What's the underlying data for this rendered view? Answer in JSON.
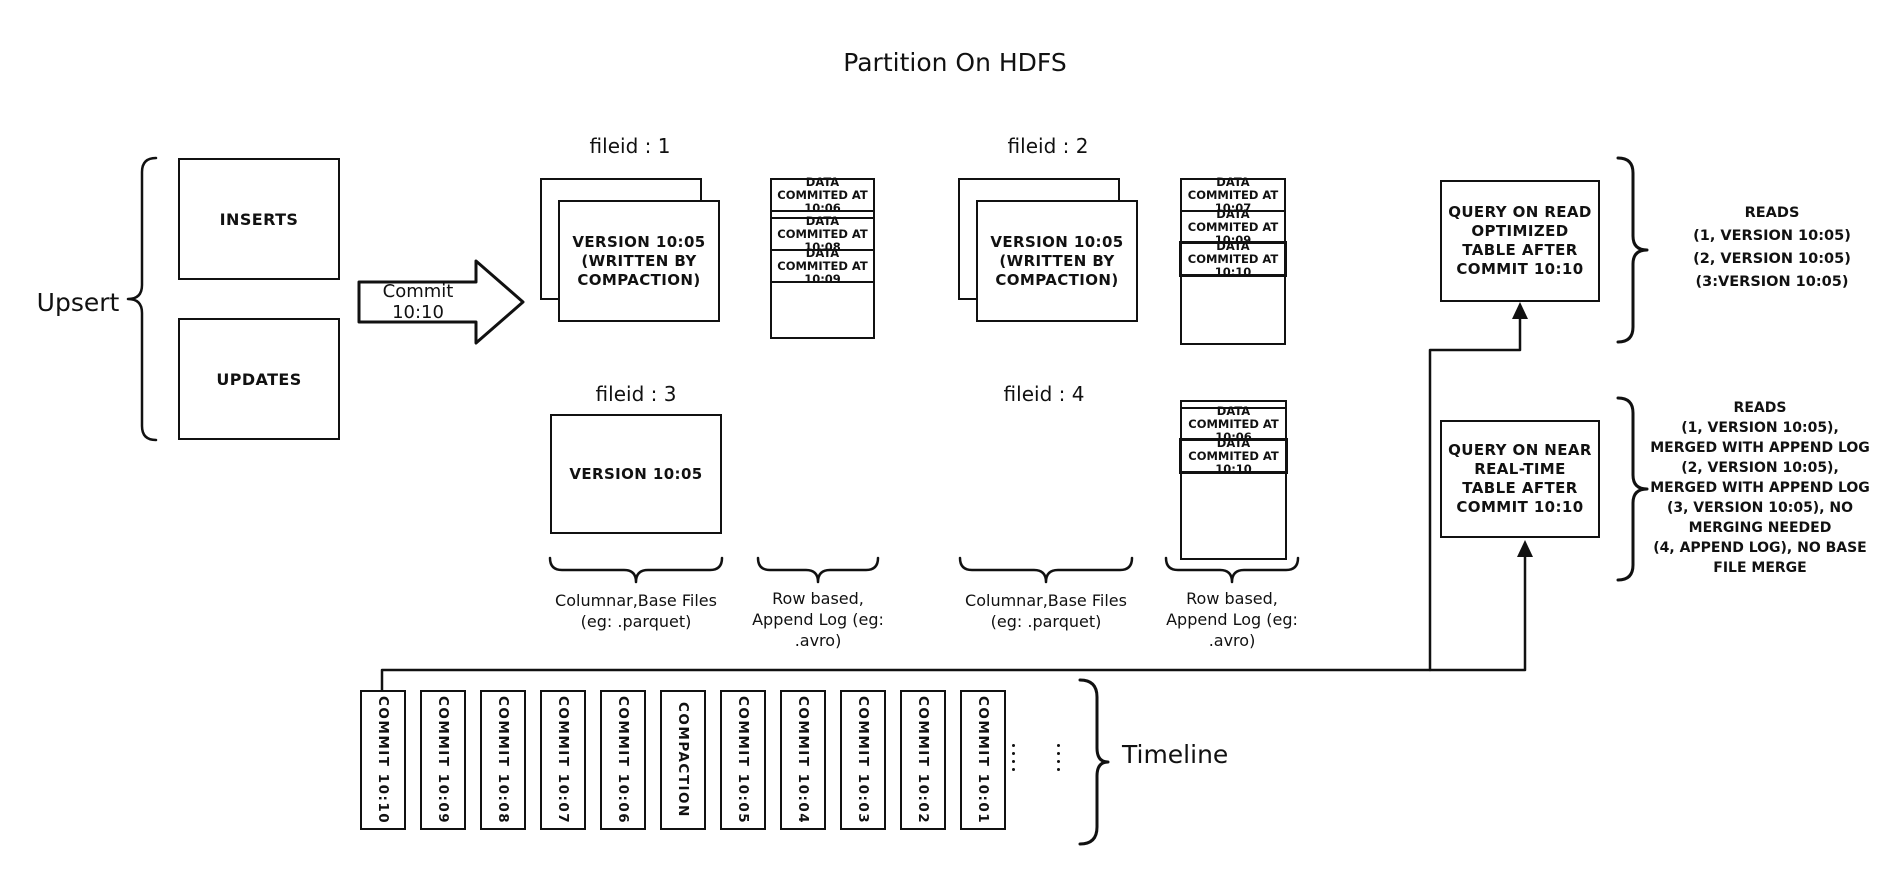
{
  "title": "Partition On HDFS",
  "upsert": {
    "label": "Upsert",
    "inserts": "INSERTS",
    "updates": "UPDATES"
  },
  "commit_arrow": {
    "label": "Commit 10:10"
  },
  "files": {
    "f1": {
      "label": "fileid : 1",
      "base": "VERSION 10:05 (WRITTEN BY COMPACTION)",
      "log": [
        "DATA COMMITED AT 10:06",
        "DATA COMMITED AT 10:08",
        "DATA COMMITED AT 10:09"
      ]
    },
    "f2": {
      "label": "fileid : 2",
      "base": "VERSION 10:05 (WRITTEN BY COMPACTION)",
      "log": [
        "DATA COMMITED AT 10:07",
        "DATA COMMITED AT 10:09",
        "DATA COMMITED AT 10:10"
      ]
    },
    "f3": {
      "label": "fileid : 3",
      "base": "VERSION 10:05"
    },
    "f4": {
      "label": "fileid : 4",
      "log": [
        "DATA COMMITED AT 10:06",
        "DATA COMMITED AT 10:10"
      ]
    }
  },
  "brace_labels": {
    "columnar_left": "Columnar,Base Files\n(eg: .parquet)",
    "row_left": "Row based,\nAppend Log (eg:\n.avro)",
    "columnar_right": "Columnar,Base Files\n(eg: .parquet)",
    "row_right": "Row based,\nAppend Log (eg:\n.avro)"
  },
  "queries": {
    "read_optimized": {
      "box": "QUERY ON READ OPTIMIZED TABLE AFTER COMMIT 10:10",
      "reads": [
        "READS",
        "(1, VERSION 10:05)",
        "(2, VERSION 10:05)",
        "(3:VERSION 10:05)"
      ]
    },
    "near_real_time": {
      "box": "QUERY ON NEAR REAL-TIME TABLE AFTER COMMIT 10:10",
      "reads": [
        "READS",
        "(1, VERSION 10:05),",
        "MERGED WITH APPEND LOG",
        "(2, VERSION 10:05),",
        "MERGED WITH APPEND LOG",
        "(3, VERSION 10:05), NO",
        "MERGING NEEDED",
        "(4, APPEND LOG), NO BASE",
        "FILE MERGE"
      ]
    }
  },
  "timeline": {
    "label": "Timeline",
    "items": [
      "COMMIT 10:10",
      "COMMIT 10:09",
      "COMMIT 10:08",
      "COMMIT 10:07",
      "COMMIT 10:06",
      "COMPACTION",
      "COMMIT 10:05",
      "COMMIT 10:04",
      "COMMIT 10:03",
      "COMMIT 10:02",
      "COMMIT 10:01"
    ]
  },
  "colors": {
    "ink": "#111111",
    "background": "#ffffff"
  }
}
